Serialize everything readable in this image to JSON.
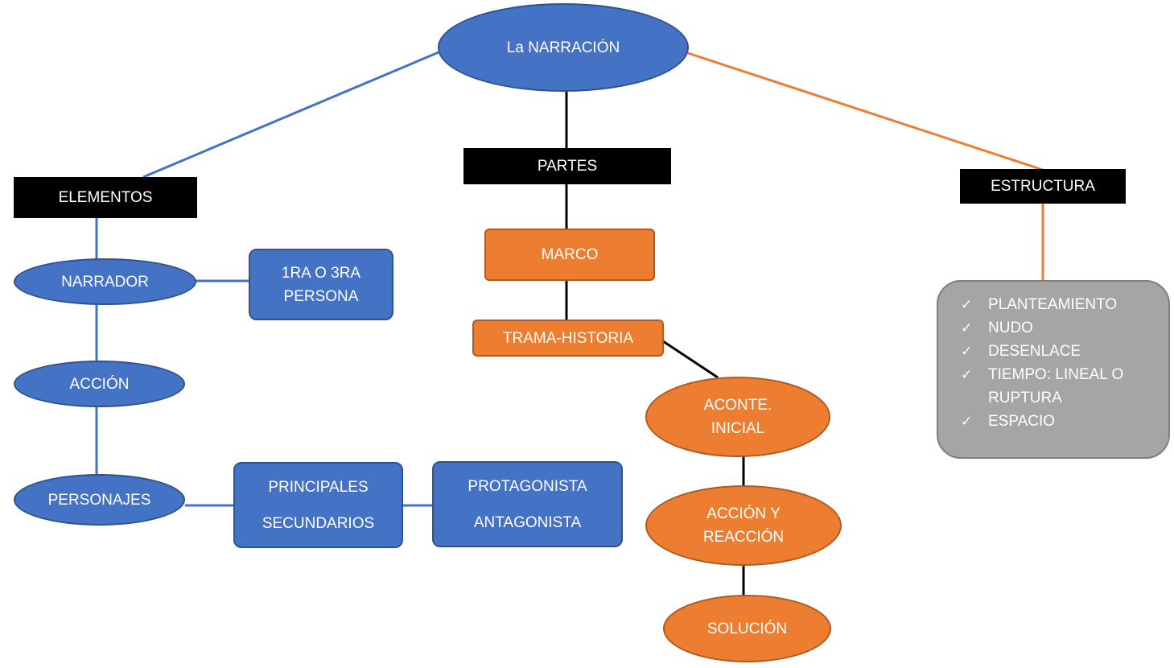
{
  "root": {
    "label": "La NARRACIÓN"
  },
  "elementos": {
    "header": "ELEMENTOS",
    "narrador": "NARRADOR",
    "persona": [
      "1RA O 3RA",
      "PERSONA"
    ],
    "accion": "ACCIÓN",
    "personajes": "PERSONAJES",
    "tipos": [
      "PRINCIPALES",
      "SECUNDARIOS"
    ],
    "roles": [
      "PROTAGONISTA",
      "ANTAGONISTA"
    ]
  },
  "partes": {
    "header": "PARTES",
    "marco": "MARCO",
    "trama": "TRAMA-HISTORIA",
    "acontecimiento": [
      "ACONTE.",
      "INICIAL"
    ],
    "accion_reaccion": [
      "ACCIÓN Y",
      "REACCIÓN"
    ],
    "solucion": "SOLUCIÓN"
  },
  "estructura": {
    "header": "ESTRUCTURA",
    "items": [
      "PLANTEAMIENTO",
      "NUDO",
      "DESENLACE",
      "TIEMPO: LINEAL O",
      "ESPACIO"
    ],
    "item_4_cont": "RUPTURA",
    "check_glyph": "✓"
  },
  "colors": {
    "blue": "#4472c4",
    "orange": "#ed7d31",
    "black": "#000000",
    "gray": "#a5a5a5"
  }
}
